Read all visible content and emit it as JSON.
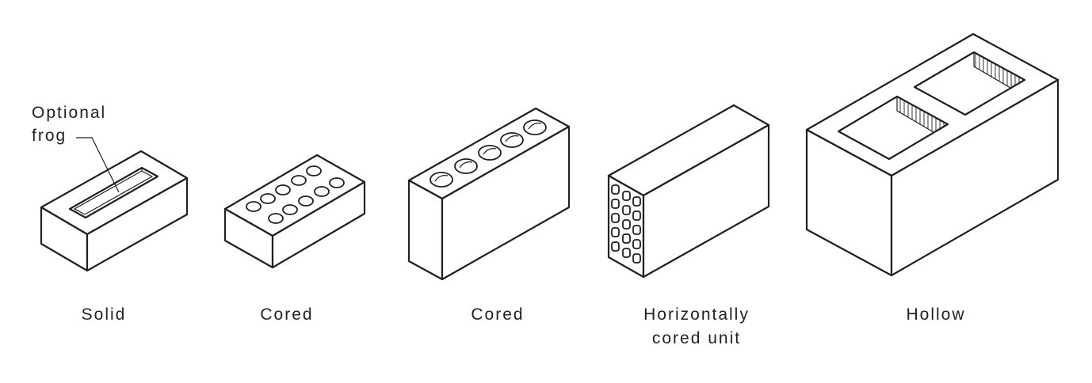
{
  "figure": {
    "callout": {
      "line1": "Optional",
      "line2": "frog"
    },
    "units": [
      {
        "label": "Solid"
      },
      {
        "label": "Cored"
      },
      {
        "label": "Cored"
      },
      {
        "label_line1": "Horizontally",
        "label_line2": "cored unit"
      },
      {
        "label": "Hollow"
      }
    ],
    "colors": {
      "ink": "#231f20",
      "background": "#ffffff"
    }
  }
}
